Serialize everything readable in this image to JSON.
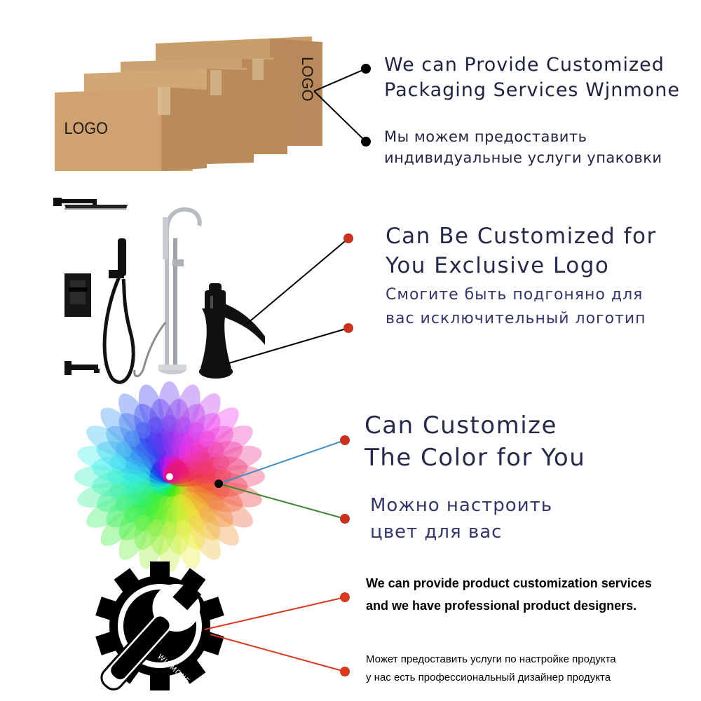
{
  "sections": {
    "packaging": {
      "box_logo_front": "LOGO",
      "box_logo_side": "LOGO",
      "heading": [
        "We can Provide Customized",
        "Packaging Services Wjnmone"
      ],
      "heading_ru": [
        "Мы можем предоставить",
        "индивидуальные услуги упаковки"
      ]
    },
    "logo": {
      "heading": [
        "Can Be Customized for",
        "You Exclusive Logo"
      ],
      "heading_ru": [
        "Смогите быть подгоняно для",
        "вас исключительный логотип"
      ]
    },
    "color": {
      "heading": [
        "Can Customize",
        "The Color for You"
      ],
      "heading_ru": [
        "Можно настроить",
        "цвет для вас"
      ]
    },
    "service": {
      "brand_on_wrench": "WJNMONE",
      "heading": [
        "We can provide product customization services",
        "and we have professional product designers."
      ],
      "heading_ru": [
        "Может предоставить услуги по настройке продукта",
        "у нас есть профессиональный дизайнер продукта"
      ]
    }
  },
  "colors": {
    "box": "#c99d6a",
    "box_dark": "#a87c4c",
    "dot_black": "#000000",
    "dot_red": "#c8321e",
    "line_blue": "#3f8fc4",
    "line_green": "#3b8a2f",
    "line_red": "#d9381e",
    "text_navy": "#27294a"
  },
  "icons": [
    "cardboard-box-icon",
    "faucet-icon",
    "shower-set-icon",
    "color-wheel-icon",
    "gear-wrench-icon"
  ]
}
